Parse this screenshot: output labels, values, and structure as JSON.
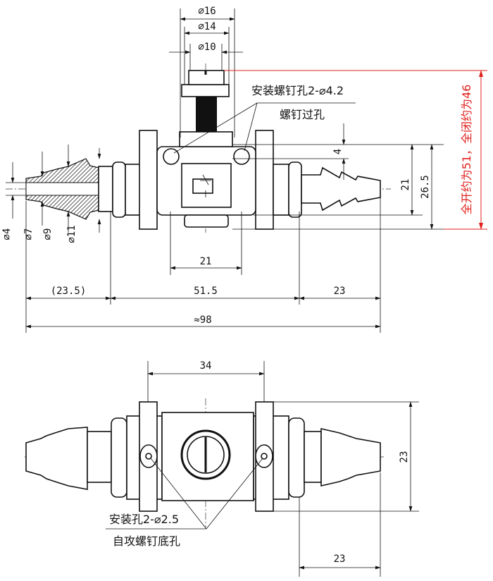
{
  "top_view": {
    "dim_d16": "⌀16",
    "dim_d14": "⌀14",
    "dim_d10": "⌀10",
    "label_mount_screw_hole": "安装螺钉孔2-⌀4.2",
    "label_screw_through_hole": "螺钉过孔",
    "dim_4": "4",
    "dim_21_height": "21",
    "dim_26_5": "26.5",
    "travel_note": "全开约为51，全闭约为46",
    "dim_d4": "⌀4",
    "dim_d7": "⌀7",
    "dim_d9": "⌀9",
    "dim_d11": "⌀11",
    "dim_21_width": "21",
    "dim_23_5": "(23.5)",
    "dim_51_5": "51.5",
    "dim_23": "23",
    "dim_total": "≈98"
  },
  "bottom_view": {
    "dim_34": "34",
    "dim_23_height": "23",
    "dim_23_length": "23",
    "label_mount_hole": "安装孔2-⌀2.5",
    "label_tapping_hole": "自攻螺钉底孔"
  },
  "colors": {
    "line": "#111111",
    "annotation_red": "#e0201c"
  }
}
